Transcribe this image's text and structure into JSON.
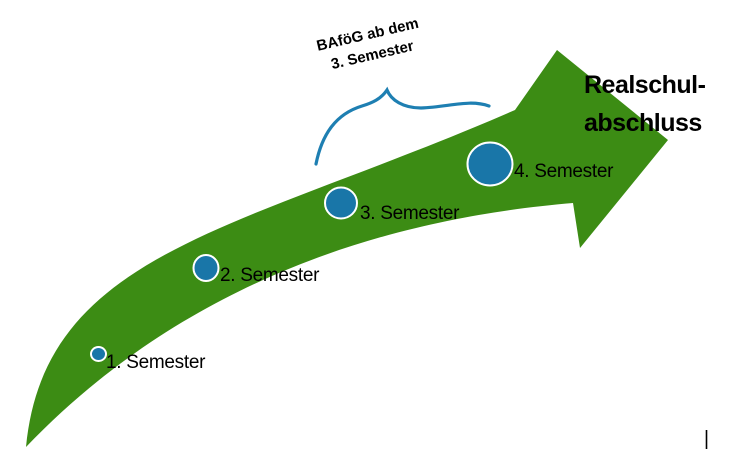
{
  "milestones": [
    {
      "label": "1. Semester"
    },
    {
      "label": "2. Semester"
    },
    {
      "label": "3. Semester"
    },
    {
      "label": "4. Semester"
    }
  ],
  "annotation": {
    "line1": "BAföG ab dem",
    "line2": "3. Semester"
  },
  "goal": {
    "line1": "Realschul-",
    "line2": "abschluss"
  },
  "colors": {
    "arrow_green": "#3c8c14",
    "marker_blue": "#1976a8",
    "brace_blue": "#1e7fb2",
    "text_black": "#000000"
  }
}
